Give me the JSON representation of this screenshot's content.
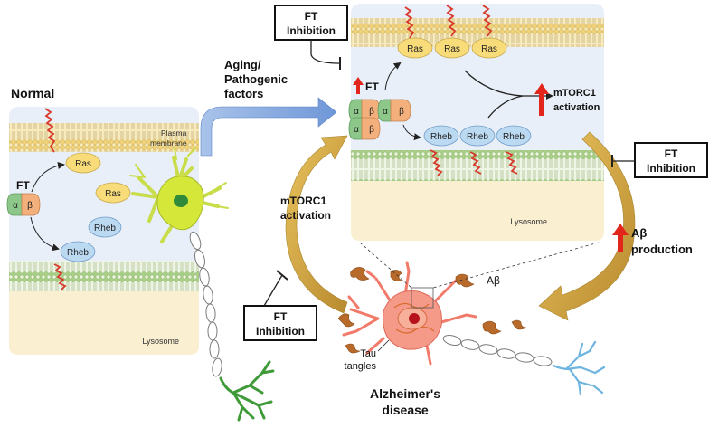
{
  "normal_panel": {
    "title": "Normal",
    "membrane_label_line1": "Plasma",
    "membrane_label_line2": "membrane",
    "ft_label": "FT",
    "alpha": "α",
    "beta": "β",
    "ras": "Ras",
    "rheb": "Rheb",
    "lysosome": "Lysosome"
  },
  "transition": {
    "line1": "Aging/",
    "line2": "Pathogenic",
    "line3": "factors"
  },
  "ad_panel": {
    "ft_label": "FT",
    "alpha": "α",
    "beta": "β",
    "ras": "Ras",
    "rheb": "Rheb",
    "lysosome": "Lysosome",
    "mtorc1_line1": "mTORC1",
    "mtorc1_line2": "activation"
  },
  "inhibition_boxes": {
    "line1": "FT",
    "line2": "Inhibition"
  },
  "cycle": {
    "mtorc1_line1": "mTORC1",
    "mtorc1_line2": "activation",
    "abeta_line1": "Aβ",
    "abeta_line2": "production"
  },
  "alzheimers": {
    "abeta_label": "Aβ",
    "tau_line1": "Tau",
    "tau_line2": "tangles",
    "disease_line1": "Alzheimer's",
    "disease_line2": "disease"
  },
  "colors": {
    "membrane": "#f5e6b0",
    "cytoplasm": "#e8eff8",
    "lysosome": "#fbefd2",
    "ras": "#f8dc7a",
    "rheb": "#bcd9f2",
    "alpha": "#8dc88a",
    "beta": "#f3b07c",
    "lipid": "#d8382b",
    "up_arrow": "#e3261c",
    "ring_arrow": "#d4a646",
    "blue_arrow": "#8aaee0",
    "lysosome_membrane": "#b7d49a"
  }
}
